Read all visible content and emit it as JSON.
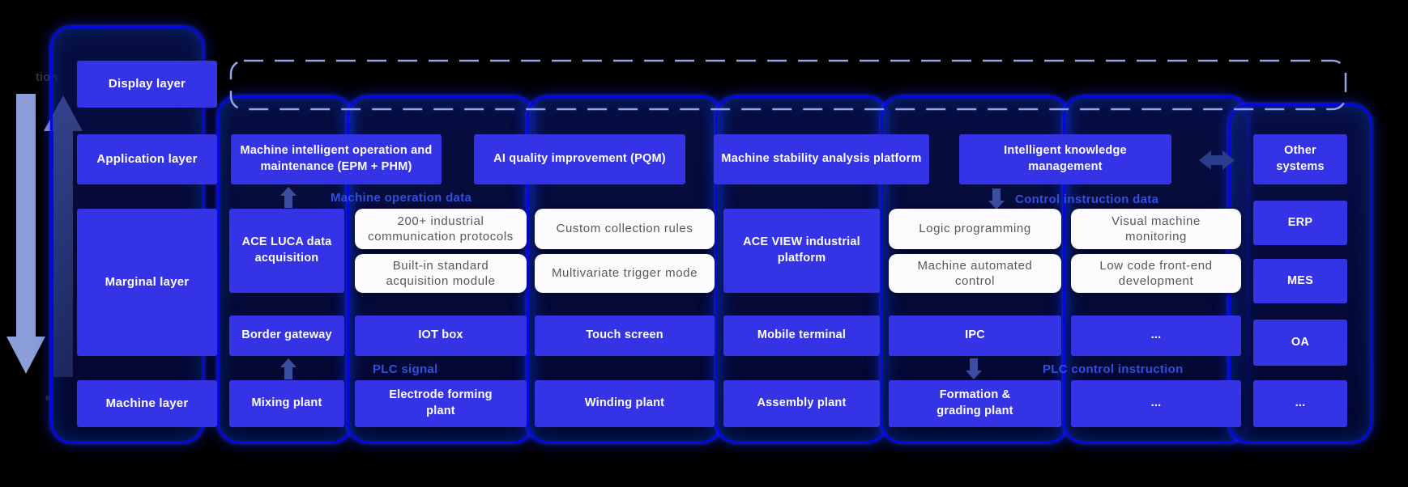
{
  "left_flow": {
    "fragment_top": "tion",
    "fragment_bottom": "e"
  },
  "layer_column": {
    "display": "Display layer",
    "application": "Application layer",
    "marginal": "Marginal layer",
    "machine": "Machine layer"
  },
  "application_row": [
    "Machine intelligent operation and maintenance (EPM + PHM)",
    "AI quality improvement (PQM)",
    "Machine stability analysis platform",
    "Intelligent knowledge management"
  ],
  "flow_labels": {
    "machine_operation": "Machine operation data",
    "control_instruction": "Control instruction data",
    "plc_signal": "PLC signal",
    "plc_control": "PLC control instruction"
  },
  "middle_row": {
    "ace_luca": "ACE LUCA data acquisition",
    "ace_view": "ACE VIEW industrial platform",
    "white_boxes": [
      [
        "200+ industrial communication protocols",
        "Built-in standard acquisition module"
      ],
      [
        "Custom collection rules",
        "Multivariate trigger mode"
      ],
      [
        "Logic programming",
        "Machine automated control"
      ],
      [
        "Visual machine monitoring",
        "Low code front-end development"
      ]
    ]
  },
  "device_row": [
    "Border gateway",
    "IOT box",
    "Touch screen",
    "Mobile terminal",
    "IPC",
    "..."
  ],
  "plant_row": [
    "Mixing plant",
    "Electrode forming plant",
    "Winding plant",
    "Assembly plant",
    "Formation & grading plant",
    "..."
  ],
  "external_systems": [
    "Other systems",
    "ERP",
    "MES",
    "OA",
    "..."
  ],
  "colors": {
    "box_blue": "#3533e6",
    "white_box_bg": "#fcfcfe",
    "container_border": "#0707e0",
    "flow_label_blue": "#3050e0",
    "long_arrow": "#8c9ed8",
    "small_arrow": "#3a4da0",
    "double_arrow": "#2a3e8c",
    "dashed_border": "#93a5ea",
    "background": "#000000"
  }
}
